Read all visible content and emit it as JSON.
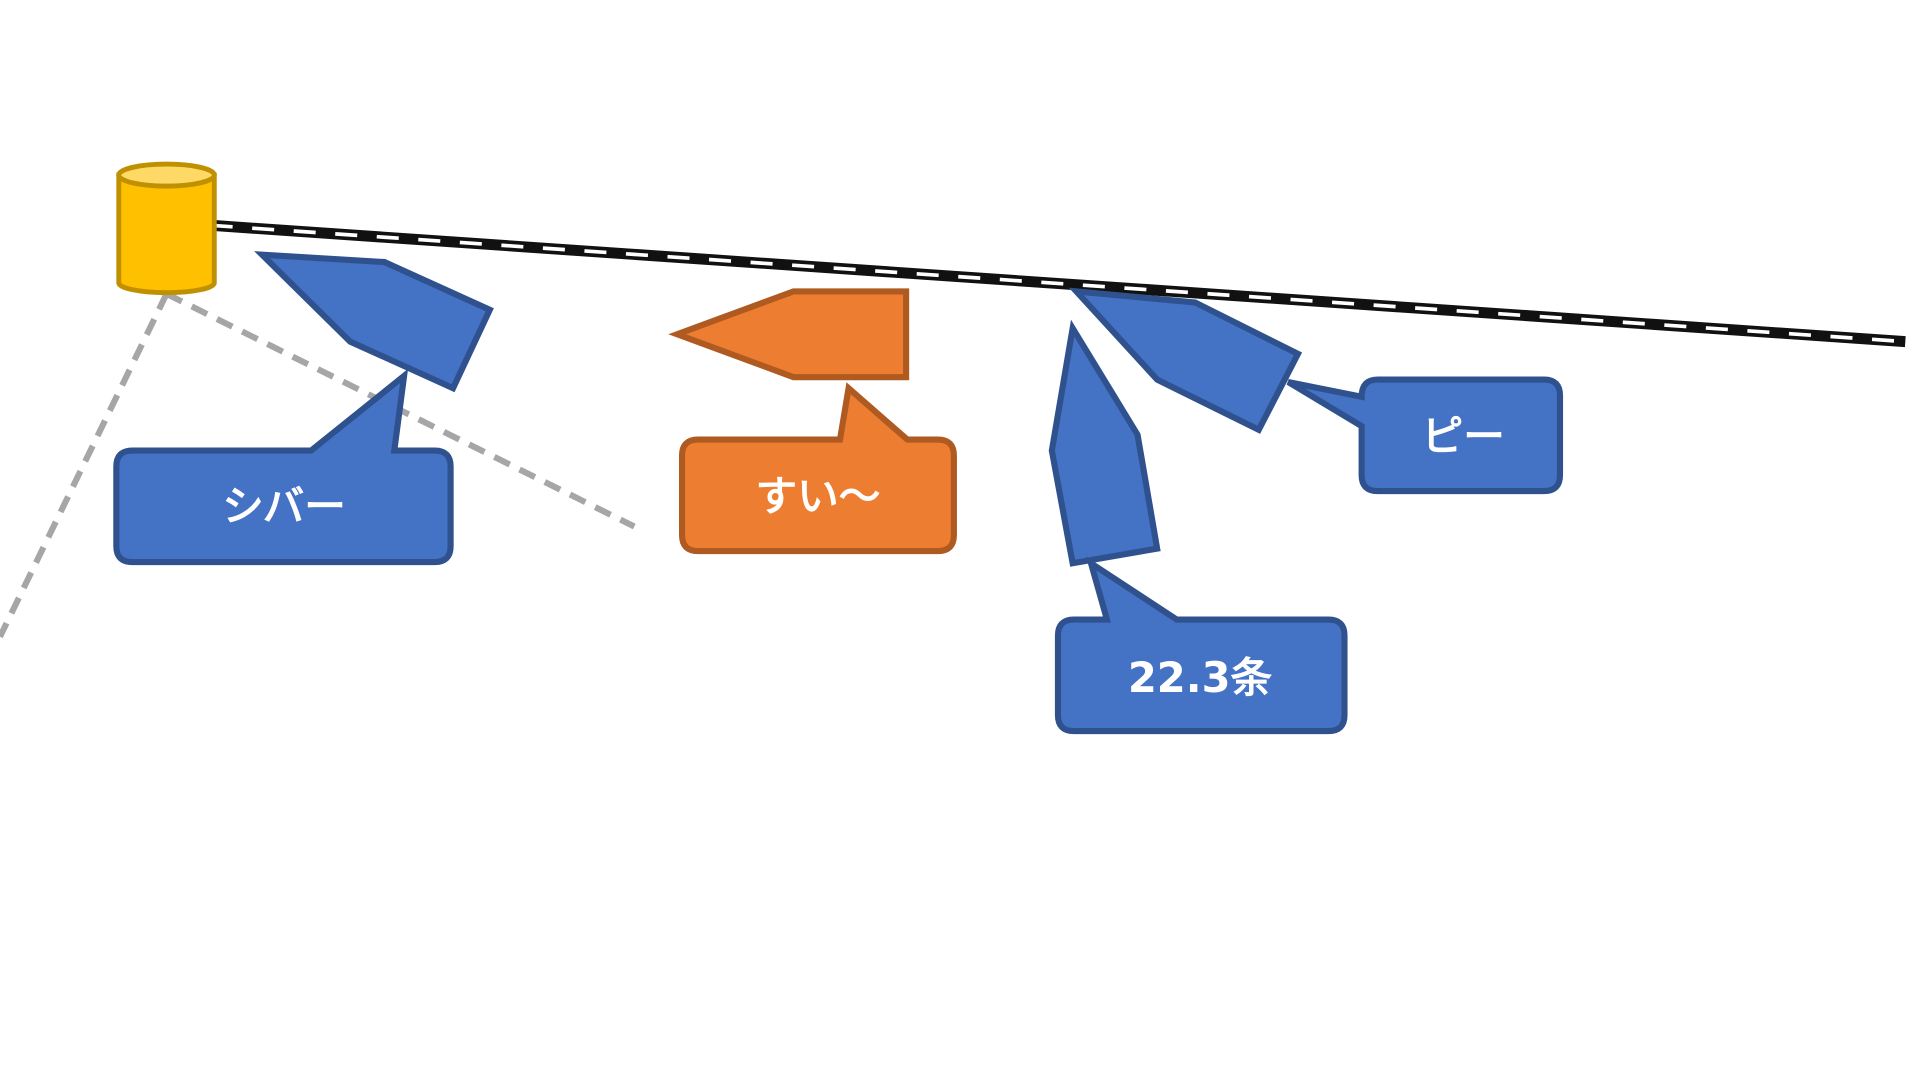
{
  "colors": {
    "blue_fill": "#4472C4",
    "blue_stroke": "#2F528F",
    "orange_fill": "#ED7D31",
    "orange_stroke": "#AE5A21",
    "cylinder_fill": "#FFC000",
    "cylinder_stroke": "#BF9000",
    "dashed_line": "#A6A6A6"
  },
  "callouts": [
    {
      "label": "シバー",
      "color": "blue"
    },
    {
      "label": "すい〜",
      "color": "orange"
    },
    {
      "label": "22.3条",
      "color": "blue"
    },
    {
      "label": "ピー",
      "color": "blue"
    }
  ]
}
